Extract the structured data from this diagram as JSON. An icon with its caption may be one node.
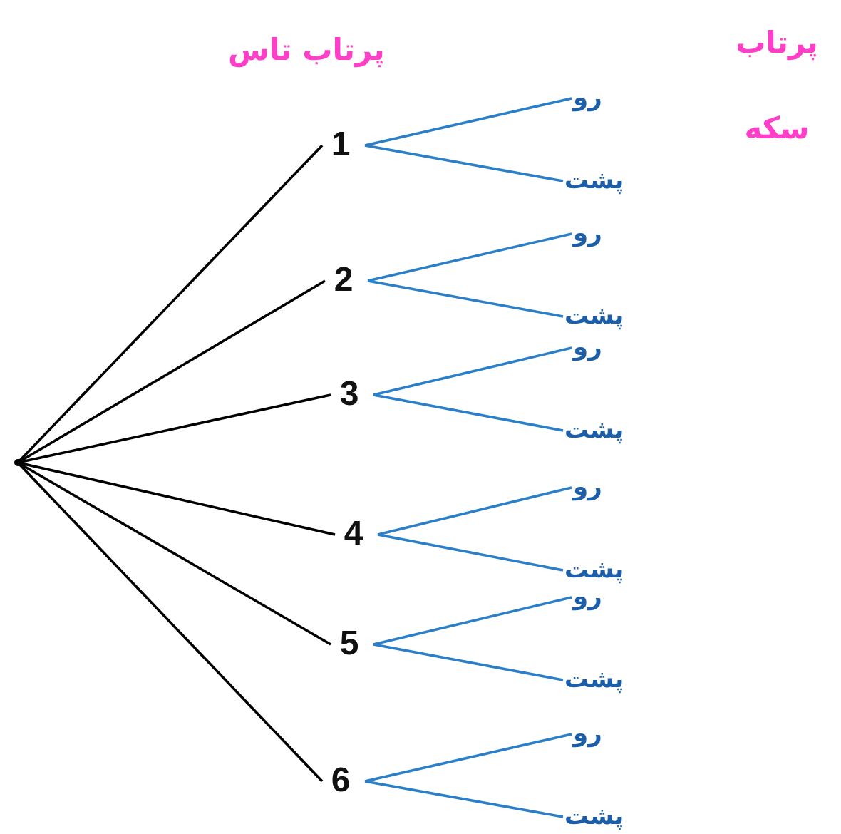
{
  "diagram": {
    "nodes": [
      {
        "text": [],
        "shape": "dot"
      },
      {
        "text": [
          "1"
        ]
      },
      {
        "text": [
          "2"
        ]
      },
      {
        "text": [
          "3"
        ]
      },
      {
        "text": [
          "4"
        ]
      },
      {
        "text": [
          "5"
        ]
      },
      {
        "text": [
          "6"
        ]
      },
      {
        "text": [
          "رو"
        ]
      },
      {
        "text": [
          "پشت"
        ]
      },
      {
        "text": [
          "رو"
        ]
      },
      {
        "text": [
          "پشت"
        ]
      },
      {
        "text": [
          "رو"
        ]
      },
      {
        "text": [
          "پشت"
        ]
      },
      {
        "text": [
          "رو"
        ]
      },
      {
        "text": [
          "پشت"
        ]
      },
      {
        "text": [
          "رو"
        ]
      },
      {
        "text": [
          "پشت"
        ]
      },
      {
        "text": [
          "رو"
        ]
      },
      {
        "text": [
          "پشت"
        ]
      }
    ],
    "edges": [
      {
        "from": 0,
        "to": 1,
        "arrow": "none",
        "color": "#000000"
      },
      {
        "from": 0,
        "to": 2,
        "arrow": "none",
        "color": "#000000"
      },
      {
        "from": 0,
        "to": 3,
        "arrow": "none",
        "color": "#000000"
      },
      {
        "from": 0,
        "to": 4,
        "arrow": "none",
        "color": "#000000"
      },
      {
        "from": 0,
        "to": 5,
        "arrow": "none",
        "color": "#000000"
      },
      {
        "from": 0,
        "to": 6,
        "arrow": "none",
        "color": "#000000"
      },
      {
        "from": 1,
        "to": 7,
        "arrow": "none"
      },
      {
        "from": 1,
        "to": 8,
        "arrow": "none"
      },
      {
        "from": 2,
        "to": 9,
        "arrow": "none"
      },
      {
        "from": 2,
        "to": 10,
        "arrow": "none"
      },
      {
        "from": 3,
        "to": 11,
        "arrow": "none"
      },
      {
        "from": 3,
        "to": 12,
        "arrow": "none"
      },
      {
        "from": 4,
        "to": 13,
        "arrow": "none"
      },
      {
        "from": 4,
        "to": 14,
        "arrow": "none"
      },
      {
        "from": 5,
        "to": 15,
        "arrow": "none"
      },
      {
        "from": 5,
        "to": 16,
        "arrow": "none"
      },
      {
        "from": 6,
        "to": 17,
        "arrow": "none"
      },
      {
        "from": 6,
        "to": 18,
        "arrow": "none"
      }
    ],
    "labels": [
      "پرتاب تاس",
      "پرتاب سکه"
    ]
  }
}
